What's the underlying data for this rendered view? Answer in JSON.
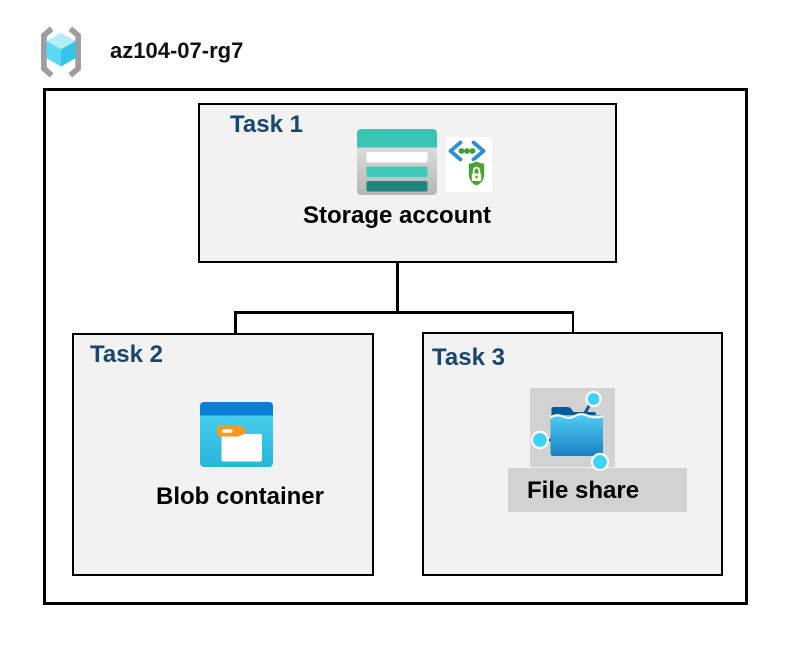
{
  "title": "az104-07-rg7",
  "tasks": [
    {
      "label": "Task 1",
      "item": "Storage account"
    },
    {
      "label": "Task 2",
      "item": "Blob container"
    },
    {
      "label": "Task 3",
      "item": "File share"
    }
  ],
  "icons": {
    "header": "resource-group-icon",
    "task1": [
      "storage-account-icon",
      "shared-access-signature-icon"
    ],
    "task2": "blob-container-icon",
    "task3": "file-share-icon"
  },
  "colors": {
    "task_label_navy": "#17466e",
    "box_fill": "#f2f2f2",
    "border_black": "#000000",
    "selection_gray": "#d2d2d2",
    "storage_teal": "#3bc4b4",
    "storage_teal_mid": "#40c9b9",
    "storage_teal_dark": "#1f867d",
    "blob_top_blue": "#0b7ed8",
    "blob_cyan": "#3ac4e8",
    "folder_tag_orange": "#f89b1b",
    "share_navy": "#0a5a94",
    "share_node_cyan": "#3fd2f4",
    "sas_chevron_blue": "#2e8fd8",
    "sas_green": "#4ba32f",
    "rg_bracket_gray": "#9d9d9d",
    "rg_cube_light": "#b3edfb",
    "rg_cube_mid": "#5bd8f4",
    "rg_cube_dark": "#35c5ec"
  }
}
